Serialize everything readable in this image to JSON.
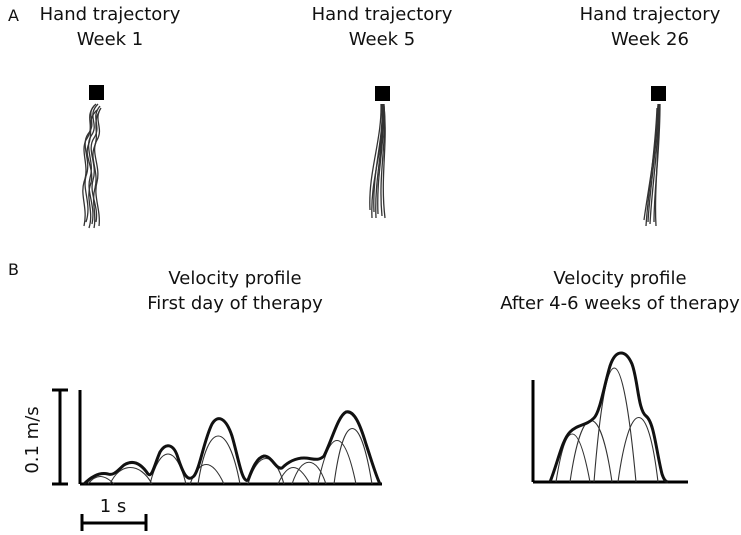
{
  "panel_a": {
    "letter": "A",
    "columns": [
      {
        "title": "Hand trajectory",
        "subtitle": "Week 1"
      },
      {
        "title": "Hand trajectory",
        "subtitle": "Week 5"
      },
      {
        "title": "Hand trajectory",
        "subtitle": "Week 26"
      }
    ]
  },
  "panel_b": {
    "letter": "B",
    "left": {
      "title": "Velocity profile",
      "subtitle": "First day of therapy"
    },
    "right": {
      "title": "Velocity profile",
      "subtitle": "After 4-6 weeks of therapy"
    },
    "scale_velocity": "0.1 m/s",
    "scale_time": "1 s"
  }
}
